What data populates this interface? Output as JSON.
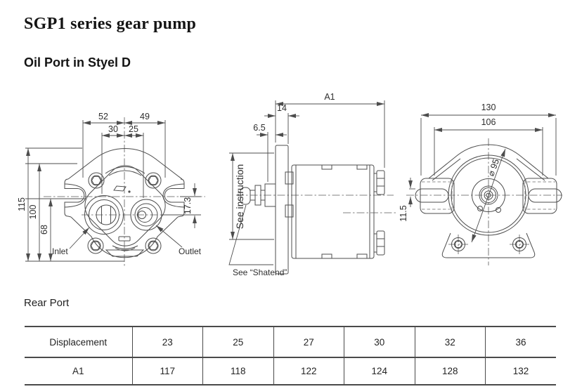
{
  "page": {
    "title": "SGP1 series gear pump",
    "subtitle": "Oil Port in Styel D",
    "section_label": "Rear Port"
  },
  "colors": {
    "line": "#4d4d4d",
    "text": "#2e2e2e"
  },
  "front_view": {
    "dims": {
      "width_left": "52",
      "width_right": "49",
      "port_left": "30",
      "port_right": "25",
      "height_total": "115",
      "height_outer": "100",
      "height_inner": "68",
      "port_offset": "17.3"
    },
    "labels": {
      "inlet": "Inlet",
      "outlet": "Outlet"
    }
  },
  "side_view": {
    "dims": {
      "length": "A1",
      "flange_width": "14",
      "shaft_step": "6.5"
    },
    "notes": {
      "instruction": "See instruction",
      "shaft_end": "See “Shatend”"
    }
  },
  "rear_view": {
    "dims": {
      "width_total": "130",
      "width_inner": "106",
      "spigot_diameter": "⌀ 95",
      "tab_offset": "11.5"
    }
  },
  "table": {
    "rows": [
      {
        "label": "Displacement",
        "values": [
          "23",
          "25",
          "27",
          "30",
          "32",
          "36"
        ]
      },
      {
        "label": "A1",
        "values": [
          "117",
          "118",
          "122",
          "124",
          "128",
          "132"
        ]
      }
    ]
  }
}
